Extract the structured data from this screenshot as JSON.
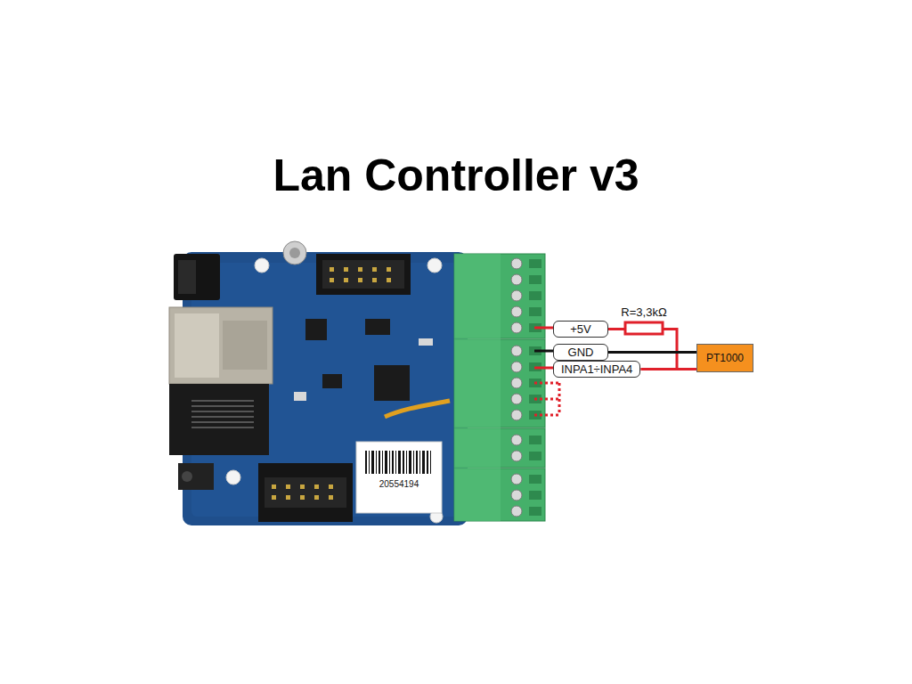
{
  "diagram": {
    "title": "Lan Controller v3",
    "nodes": [
      {
        "text": [
          "+5V"
        ]
      },
      {
        "text": [
          "GND"
        ]
      },
      {
        "text": [
          "INPA1÷INPA4"
        ]
      },
      {
        "text": [
          "PT1000"
        ]
      }
    ],
    "edges": [
      {
        "from": 0,
        "to": 3,
        "arrow": "none"
      },
      {
        "from": 1,
        "to": 3,
        "arrow": "none"
      },
      {
        "from": 2,
        "to": 3,
        "arrow": "none"
      }
    ],
    "labels": [
      "R=3,3kΩ",
      "20554194"
    ]
  }
}
